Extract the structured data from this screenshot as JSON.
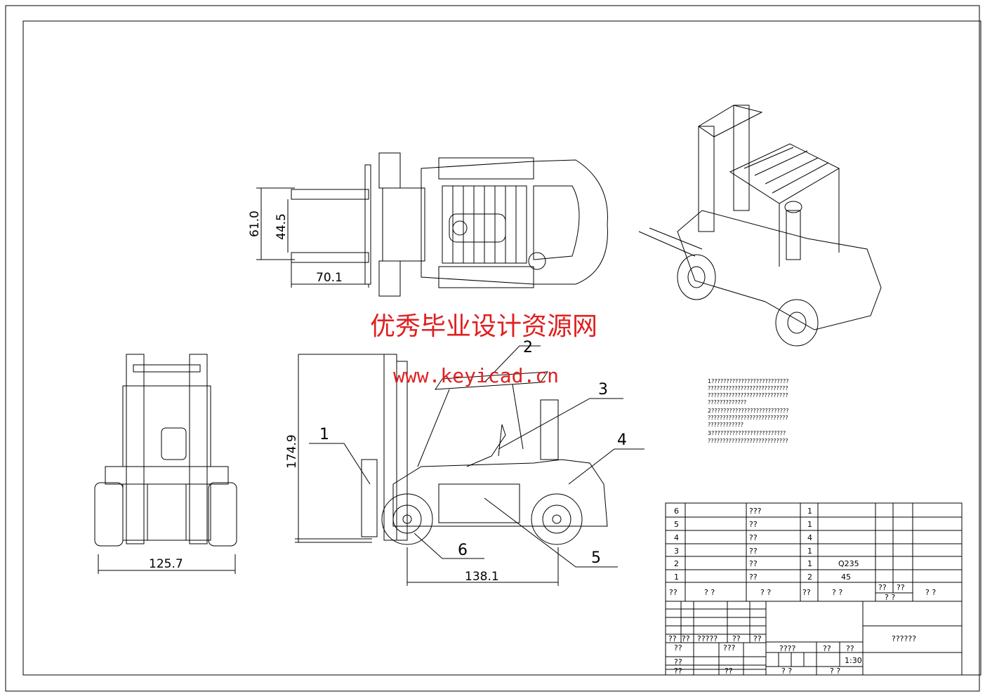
{
  "watermark": {
    "title": "优秀毕业设计资源网",
    "url": "www.keyicad.cn"
  },
  "dimensions": {
    "top_width_outer": "61.0",
    "top_width_inner": "44.5",
    "fork_length": "70.1",
    "track_width": "125.7",
    "height": "174.9",
    "wheelbase": "138.1"
  },
  "balloons": [
    "1",
    "2",
    "3",
    "4",
    "5",
    "6"
  ],
  "notes": [
    "1??????????????????????????",
    "???????????????????????????",
    "???????????????????????????",
    "?????????????",
    "2??????????????????????????",
    "???????????????????????????",
    "????????????",
    "3?????????????????????????",
    "???????????????????????????"
  ],
  "bom": {
    "rows": [
      {
        "no": "6",
        "name": "",
        "type": "???",
        "qty": "1",
        "material": ""
      },
      {
        "no": "5",
        "name": "",
        "type": "??",
        "qty": "1",
        "material": ""
      },
      {
        "no": "4",
        "name": "",
        "type": "??",
        "qty": "4",
        "material": ""
      },
      {
        "no": "3",
        "name": "",
        "type": "??",
        "qty": "1",
        "material": ""
      },
      {
        "no": "2",
        "name": "",
        "type": "??",
        "qty": "1",
        "material": "Q235"
      },
      {
        "no": "1",
        "name": "",
        "type": "??",
        "qty": "2",
        "material": "45"
      }
    ],
    "header": [
      "??",
      "?  ?",
      "?  ?",
      "??",
      "?  ?",
      "??",
      "??",
      "?  ?",
      "?  ?"
    ]
  },
  "title_block": {
    "drawing_title": "??????",
    "left_labels": [
      "??",
      "??",
      "?????",
      "??",
      "??",
      "??",
      "???",
      "??",
      "??",
      "??"
    ],
    "mid_labels": [
      "????",
      "??",
      "??",
      "?  ?",
      "?  ?"
    ],
    "scale": "1:30"
  }
}
